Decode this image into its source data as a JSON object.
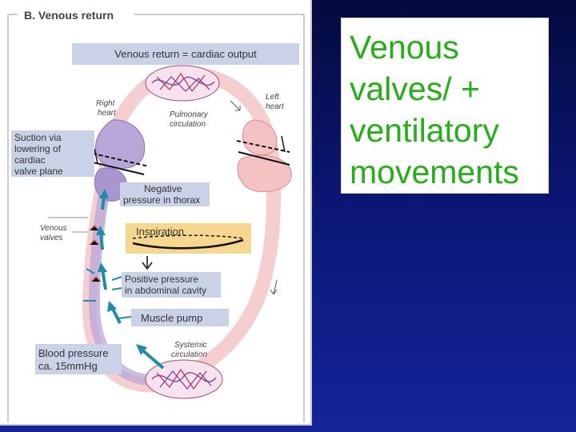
{
  "figure": {
    "header": "B. Venous return",
    "equation": "Venous return = cardiac output",
    "labels": {
      "right_heart": [
        "Right",
        "heart"
      ],
      "left_heart": [
        "Left",
        "heart"
      ],
      "pulmonary": [
        "Pulmonary",
        "circulation"
      ],
      "systemic": [
        "Systemic",
        "circulation"
      ],
      "venous_valves": [
        "Venous",
        "valves"
      ]
    },
    "boxes": {
      "suction": [
        "Suction via",
        "lowering of",
        "cardiac",
        "valve plane"
      ],
      "negative_pressure": [
        "Negative",
        "pressure in thorax"
      ],
      "inspiration": "Inspiration",
      "positive_pressure": [
        "Positive pressure",
        "in abdominal cavity"
      ],
      "muscle_pump": "Muscle pump",
      "blood_pressure": [
        "Blood pressure",
        "ca. 15mmHg"
      ]
    },
    "colors": {
      "label_box": "#c9d2e6",
      "inspiration_box": "#f7d78e",
      "vessel": "#f5cfd0",
      "vein_blue": "#b8a6d8",
      "arrow_teal": "#1c8fa8"
    }
  },
  "text_box": {
    "lines": [
      "Venous",
      "valves/ +",
      "ventilatory",
      "movements"
    ]
  }
}
